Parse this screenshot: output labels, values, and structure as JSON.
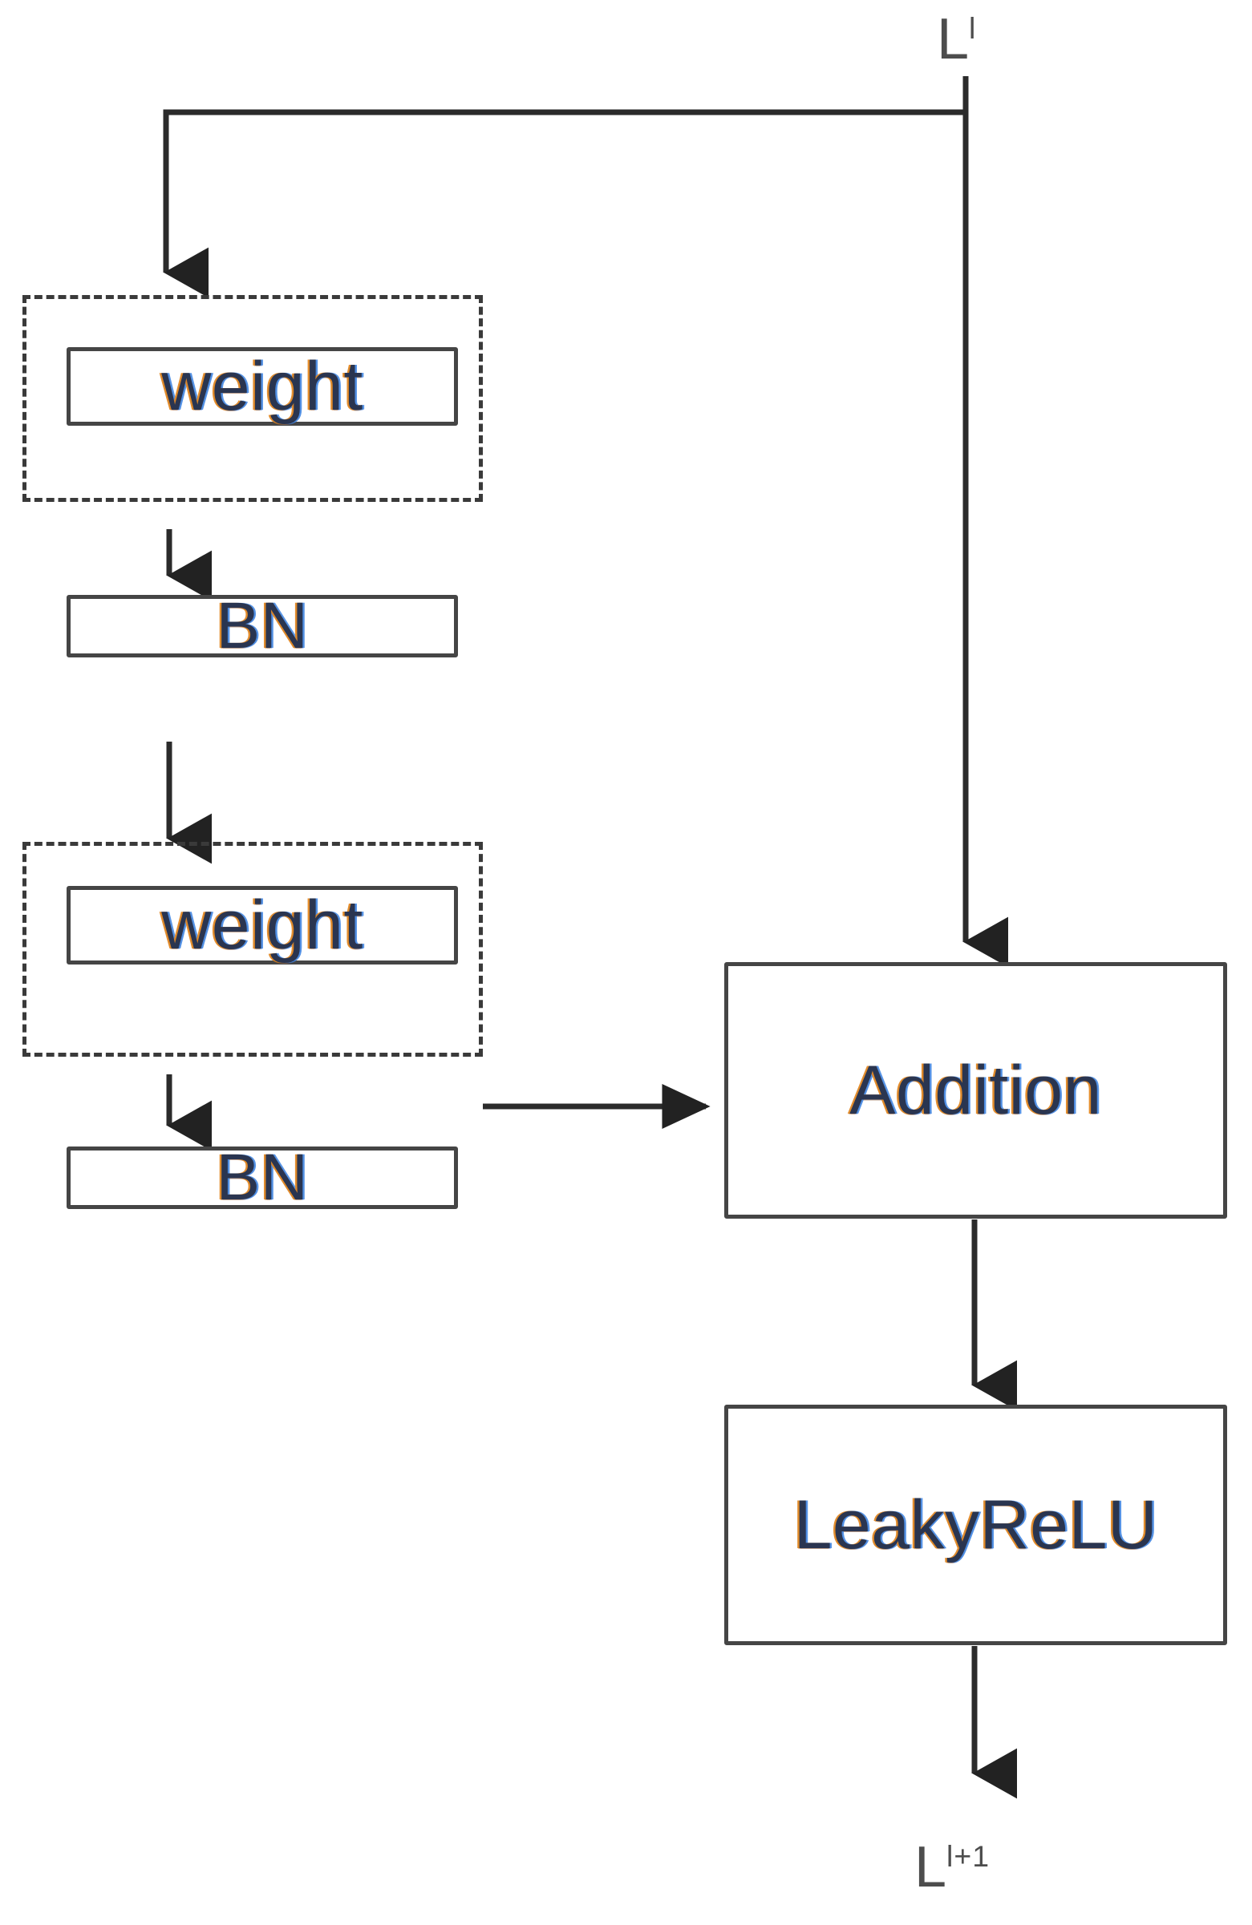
{
  "diagram": {
    "title": "Residual block with two weight-BN stacks, skip connection, addition and LeakyReLU",
    "colors": {
      "line": "#3a3a3a",
      "box_border": "#454545",
      "background": "#ffffff",
      "text_core": "#2a3550",
      "text_fringe_warm": "#e0841e",
      "text_fringe_cool": "#3c82e1",
      "flow_label": "#4d4d4d"
    },
    "labels": {
      "input": {
        "base": "L",
        "sup": "l"
      },
      "output": {
        "base": "L",
        "sup": "l+1"
      }
    },
    "groups": [
      {
        "name": "residual-branch-stage-1",
        "style": "dashed",
        "nodes": [
          {
            "name": "weight-1",
            "label": "weight"
          },
          {
            "name": "bn-1",
            "label": "BN"
          }
        ]
      },
      {
        "name": "residual-branch-stage-2",
        "style": "dashed",
        "nodes": [
          {
            "name": "weight-2",
            "label": "weight"
          },
          {
            "name": "bn-2",
            "label": "BN"
          }
        ]
      }
    ],
    "nodes": [
      {
        "name": "addition",
        "label": "Addition"
      },
      {
        "name": "leakyrelu",
        "label": "LeakyReLU"
      }
    ],
    "edges": [
      {
        "name": "input-to-skip-branch",
        "from": "L^l",
        "to": "stage-1",
        "kind": "elbow-arrow"
      },
      {
        "name": "input-to-addition",
        "from": "L^l",
        "to": "Addition",
        "kind": "straight-arrow"
      },
      {
        "name": "weight1-to-bn1",
        "from": "weight-1",
        "to": "BN-1",
        "kind": "straight-arrow"
      },
      {
        "name": "stage1-to-stage2",
        "from": "stage-1",
        "to": "stage-2",
        "kind": "elbow-arrow"
      },
      {
        "name": "weight2-to-bn2",
        "from": "weight-2",
        "to": "BN-2",
        "kind": "straight-arrow"
      },
      {
        "name": "stage2-to-addition",
        "from": "stage-2",
        "to": "Addition",
        "kind": "elbow-arrow"
      },
      {
        "name": "addition-to-leakyrelu",
        "from": "Addition",
        "to": "LeakyReLU",
        "kind": "straight-arrow"
      },
      {
        "name": "leakyrelu-to-output",
        "from": "LeakyReLU",
        "to": "L^(l+1)",
        "kind": "straight-arrow"
      }
    ]
  }
}
